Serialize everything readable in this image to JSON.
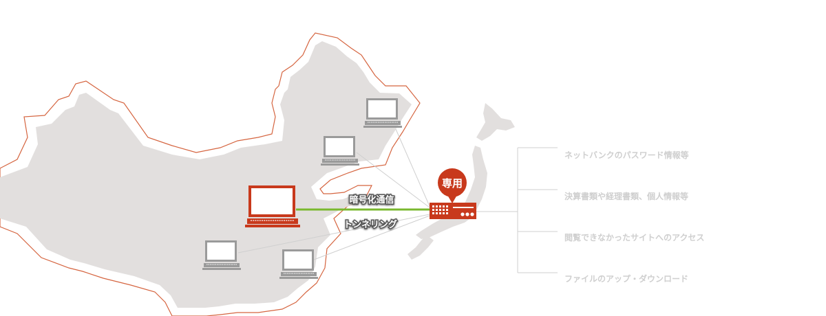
{
  "badge": {
    "label": "専用",
    "color": "#c8391c"
  },
  "links": {
    "encrypted_label": "暗号化通信",
    "tunnel_label": "トンネリング",
    "encrypted_color": "#7ab82e"
  },
  "targets": [
    {
      "label": "ネットバンクのパスワード情報等"
    },
    {
      "label": "決算書類や経理書類、個人情報等"
    },
    {
      "label": "閲覧できなかったサイトへのアクセス"
    },
    {
      "label": "ファイルのアップ・ダウンロード"
    }
  ],
  "colors": {
    "land": "#e2dfde",
    "border": "#d5643f",
    "accent": "#c8391c",
    "laptop_gray": "#9a9a9a",
    "line_gray": "#cfcfcf",
    "text_gray": "#cfcfcf"
  }
}
